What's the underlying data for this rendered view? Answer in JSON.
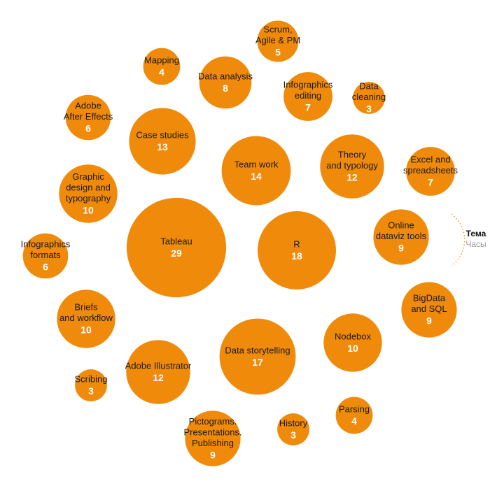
{
  "chart_data": {
    "type": "bubble",
    "title": "",
    "value_unit": "hours",
    "colors": {
      "bubble": "#f08a0b",
      "label": "#1a1a1a",
      "value": "#ffffff"
    },
    "legend": {
      "topic_label": "Тема",
      "hours_label": "Часы",
      "placement": "right"
    },
    "bubbles": [
      {
        "label": "Tableau",
        "value": 29
      },
      {
        "label": "R",
        "value": 18
      },
      {
        "label": "Data storytelling",
        "value": 17
      },
      {
        "label": "Team work",
        "value": 14
      },
      {
        "label": "Case studies",
        "value": 13
      },
      {
        "label": "Theory and typology",
        "value": 12
      },
      {
        "label": "Adobe Illustrator",
        "value": 12
      },
      {
        "label": "Graphic design and typography",
        "value": 10
      },
      {
        "label": "Briefs and workflow",
        "value": 10
      },
      {
        "label": "Nodebox",
        "value": 10
      },
      {
        "label": "Pictograms. Presentations. Publishing",
        "value": 9
      },
      {
        "label": "Online dataviz tools",
        "value": 9
      },
      {
        "label": "BigData and SQL",
        "value": 9
      },
      {
        "label": "Data analysis",
        "value": 8
      },
      {
        "label": "Infographics editing",
        "value": 7
      },
      {
        "label": "Excel and spreadsheets",
        "value": 7
      },
      {
        "label": "Adobe After Effects",
        "value": 6
      },
      {
        "label": "Infographics formats",
        "value": 6
      },
      {
        "label": "Scrum, Agile & PM",
        "value": 5
      },
      {
        "label": "Mapping",
        "value": 4
      },
      {
        "label": "Parsing",
        "value": 4
      },
      {
        "label": "Data cleaning",
        "value": 3
      },
      {
        "label": "Scribing",
        "value": 3
      },
      {
        "label": "History",
        "value": 3
      }
    ]
  }
}
